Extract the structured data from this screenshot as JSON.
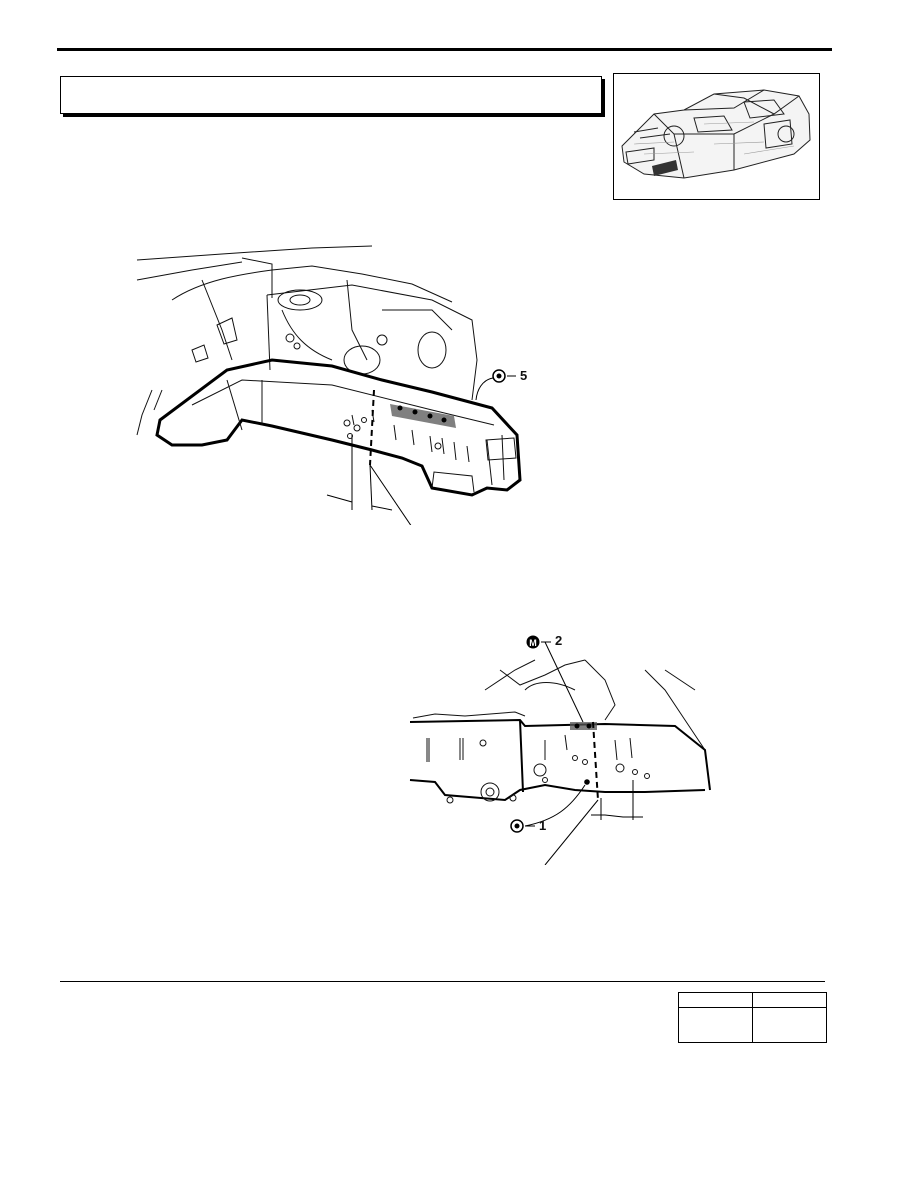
{
  "figure1": {
    "callouts": [
      {
        "symbol": "spot-weld-marker",
        "label": "5"
      }
    ]
  },
  "figure2": {
    "callouts": [
      {
        "symbol": "mig-weld-marker",
        "letter": "M",
        "label": "2"
      },
      {
        "symbol": "spot-weld-marker",
        "label": "1"
      }
    ]
  }
}
